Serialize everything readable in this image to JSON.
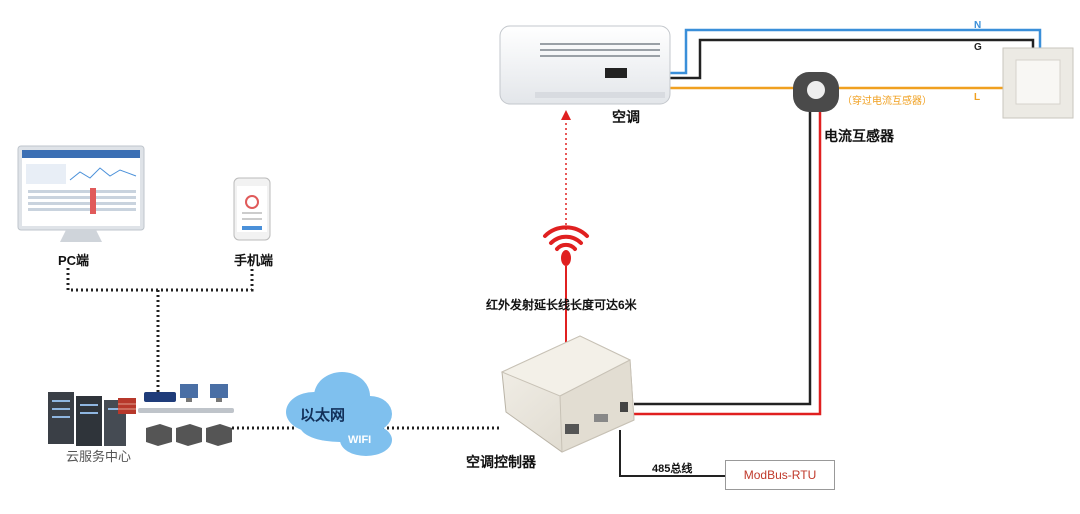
{
  "labels": {
    "air_conditioner": "空调",
    "current_transformer": "电流互感器",
    "pass_through_note": "（穿过电流互感器）",
    "wire_n": "N",
    "wire_g": "G",
    "wire_l": "L",
    "pc": "PC端",
    "mobile": "手机端",
    "ir_note": "红外发射延长线长度可达6米",
    "controller": "空调控制器",
    "ethernet": "以太网",
    "wifi": "WIFI",
    "bus_485": "485总线",
    "modbus": "ModBus-RTU",
    "cloud_center": "云服务中心"
  },
  "colors": {
    "neutral_wire": "#3a8fd9",
    "ground_wire": "#222222",
    "live_wire": "#f0a020",
    "red_wire": "#e02020"
  },
  "icons": [
    "air-conditioner-icon",
    "current-transformer-icon",
    "wall-socket-icon",
    "pc-monitor-icon",
    "mobile-phone-icon",
    "ir-signal-icon",
    "controller-box-icon",
    "cloud-icon",
    "server-rack-icon",
    "firewall-icon",
    "router-icon",
    "workstation-icon"
  ]
}
